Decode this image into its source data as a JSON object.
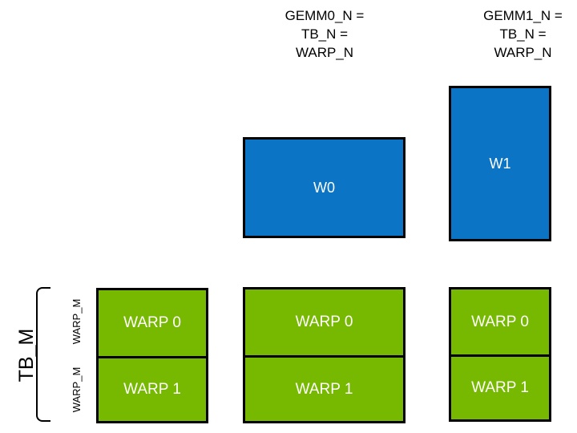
{
  "diagram": {
    "title_hidden": "",
    "colors": {
      "warp_tile_blue": "#0C74C4",
      "warp_block_green": "#76B900",
      "outline_black": "#000000",
      "label_white": "#FFFFFF",
      "background": "#FFFFFF"
    },
    "column_captions": [
      {
        "id": "gemm0",
        "text": "GEMM0_N =\nTB_N =\nWARP_N"
      },
      {
        "id": "gemm1",
        "text": "GEMM1_N =\nTB_N =\nWARP_N"
      }
    ],
    "blue_tiles": [
      {
        "id": "w0",
        "label": "W0"
      },
      {
        "id": "w1",
        "label": "W1"
      }
    ],
    "green_columns": [
      {
        "id": "col-left",
        "cells": [
          {
            "label": "WARP 0"
          },
          {
            "label": "WARP 1"
          }
        ]
      },
      {
        "id": "col-middle",
        "cells": [
          {
            "label": "WARP 0"
          },
          {
            "label": "WARP 1"
          }
        ]
      },
      {
        "id": "col-right",
        "cells": [
          {
            "label": "WARP 0"
          },
          {
            "label": "WARP 1"
          }
        ]
      }
    ],
    "axis_labels": {
      "tb_m": "TB_M",
      "warp_m_top": "WARP_M",
      "warp_m_bottom": "WARP_M"
    }
  }
}
